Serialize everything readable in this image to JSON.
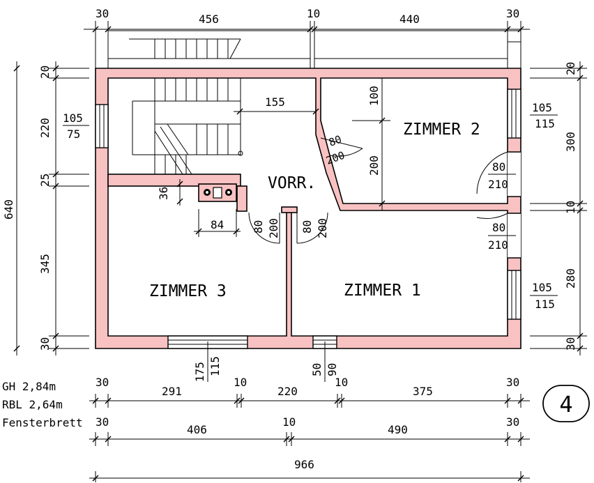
{
  "rooms": {
    "zimmer1": "ZIMMER 1",
    "zimmer2": "ZIMMER 2",
    "zimmer3": "ZIMMER 3",
    "vorraum": "VORR."
  },
  "dims_top": {
    "left_wall": "30",
    "segment_left": "456",
    "mid_wall": "10",
    "segment_right": "440",
    "right_wall": "30"
  },
  "dims_left": {
    "overall": "640",
    "top_wall": "20",
    "upper": "220",
    "mid_wall": "25",
    "lower": "345",
    "bottom_wall": "30",
    "window_frac_top": "105",
    "window_frac_bottom": "75"
  },
  "dims_right": {
    "top_wall": "20",
    "upper": "300",
    "mid_wall": "10",
    "lower": "280",
    "bottom_wall": "30",
    "window_top_num": "105",
    "window_top_den": "115",
    "window_bottom_num": "105",
    "window_bottom_den": "115",
    "door_top_num": "80",
    "door_top_den": "210",
    "door_bottom_num": "80",
    "door_bottom_den": "210"
  },
  "dims_inner": {
    "hall_width": "155",
    "z2_wall_offset": "100",
    "z2_door_height": "200",
    "diag_door_num": "80",
    "diag_door_den": "200",
    "chimney_height": "36",
    "chimney_width": "84",
    "door_z3_num": "80",
    "door_z3_den": "200",
    "door_z1_num": "80",
    "door_z1_den": "200",
    "window_z3_num": "175",
    "window_z3_den": "115",
    "window_bath_num": "50",
    "window_bath_den": "90"
  },
  "dims_bottom": {
    "row1": [
      "30",
      "291",
      "10",
      "220",
      "10",
      "375",
      "30"
    ],
    "row2": [
      "30",
      "406",
      "10",
      "490",
      "30"
    ],
    "overall": "966"
  },
  "notes": {
    "gh": "GH  2,84m",
    "rbl": "RBL  2,64m",
    "sill": "Fensterbrett"
  },
  "floor_badge": "4",
  "colors": {
    "wall_fill": "#f9c2c2",
    "line": "#000000"
  }
}
